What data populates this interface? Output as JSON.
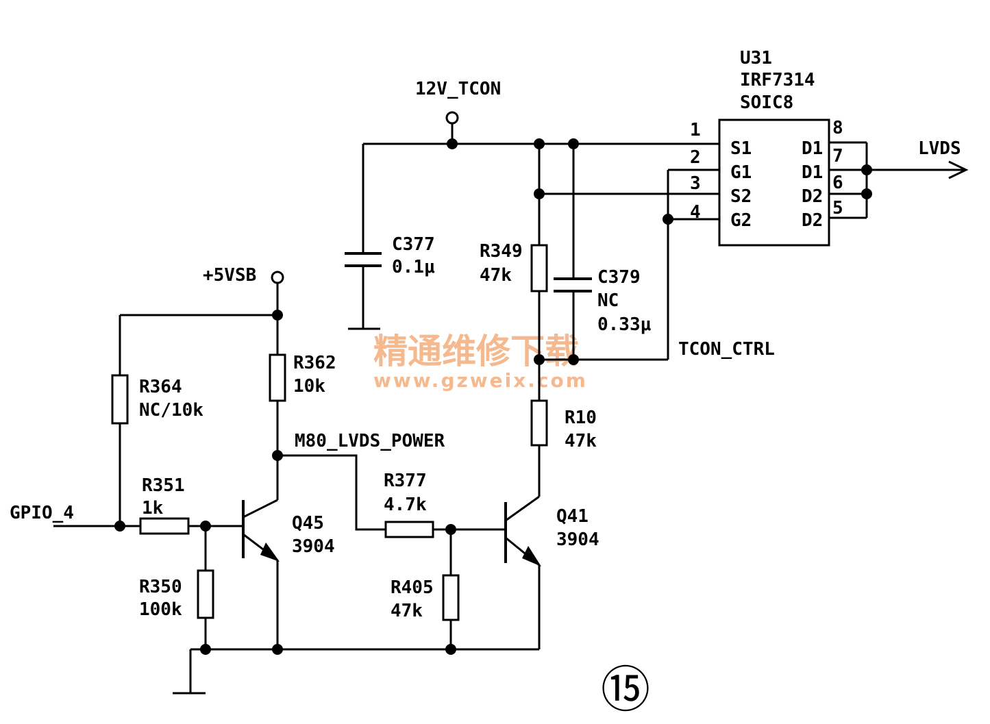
{
  "rails": {
    "v12": "12V_TCON",
    "v5": "+5VSB"
  },
  "nets": {
    "gpio": "GPIO_4",
    "m80": "M80_LVDS_POWER",
    "tcon_ctrl": "TCON_CTRL",
    "lvds": "LVDS"
  },
  "ic": {
    "ref": "U31",
    "part": "IRF7314",
    "package": "SOIC8",
    "left_pins": [
      {
        "num": "1",
        "name": "S1"
      },
      {
        "num": "2",
        "name": "G1"
      },
      {
        "num": "3",
        "name": "S2"
      },
      {
        "num": "4",
        "name": "G2"
      }
    ],
    "right_pins": [
      {
        "num": "8",
        "name": "D1"
      },
      {
        "num": "7",
        "name": "D1"
      },
      {
        "num": "6",
        "name": "D2"
      },
      {
        "num": "5",
        "name": "D2"
      }
    ]
  },
  "components": {
    "c377": {
      "ref": "C377",
      "value": "0.1μ"
    },
    "r349": {
      "ref": "R349",
      "value": "47k"
    },
    "c379": {
      "ref": "C379",
      "value": "NC",
      "value2": "0.33μ"
    },
    "r362": {
      "ref": "R362",
      "value": "10k"
    },
    "r364": {
      "ref": "R364",
      "value": "NC/10k"
    },
    "r351": {
      "ref": "R351",
      "value": "1k"
    },
    "r350": {
      "ref": "R350",
      "value": "100k"
    },
    "r377": {
      "ref": "R377",
      "value": "4.7k"
    },
    "r405": {
      "ref": "R405",
      "value": "47k"
    },
    "r10": {
      "ref": "R10",
      "value": "47k"
    },
    "q45": {
      "ref": "Q45",
      "value": "3904"
    },
    "q41": {
      "ref": "Q41",
      "value": "3904"
    }
  },
  "watermark": {
    "text_cn": "精通维修下载",
    "url": "www.gzweix.com"
  },
  "page_marker": "⑮"
}
